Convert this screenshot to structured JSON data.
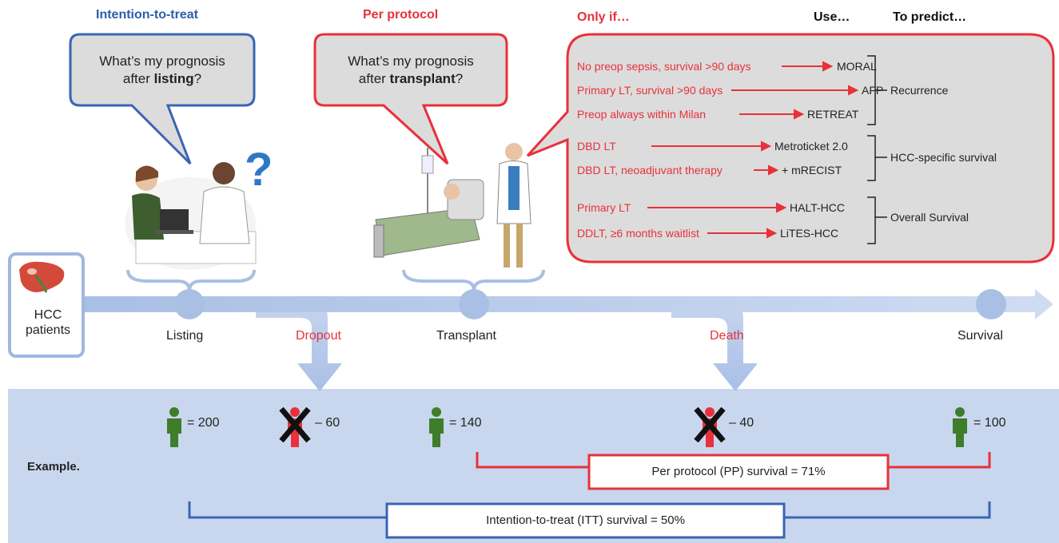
{
  "headers": {
    "itt": "Intention-to-treat",
    "pp": "Per protocol",
    "only_if": "Only if…",
    "use": "Use…",
    "predict": "To predict…"
  },
  "bubbles": {
    "listing": {
      "line1": "What’s my prognosis",
      "line2_pre": "after ",
      "line2_bold": "listing",
      "line2_post": "?"
    },
    "transplant": {
      "line1": "What’s my prognosis",
      "line2_pre": "after ",
      "line2_bold": "transplant",
      "line2_post": "?"
    }
  },
  "models": [
    {
      "condition": "No preop sepsis, survival >90 days",
      "model": "MORAL"
    },
    {
      "condition": "Primary LT, survival >90 days",
      "model": "AFP"
    },
    {
      "condition": "Preop always within Milan",
      "model": "RETREAT"
    },
    {
      "condition": "DBD LT",
      "model": "Metroticket 2.0"
    },
    {
      "condition": "DBD LT,  neoadjuvant therapy",
      "model": "+ mRECIST"
    },
    {
      "condition": "Primary LT",
      "model": "HALT-HCC"
    },
    {
      "condition": "DDLT, ≥6 months waitlist",
      "model": "LiTES-HCC"
    }
  ],
  "groups": {
    "recurrence": "Recurrence",
    "hcc_specific": "HCC-specific survival",
    "overall": "Overall Survival"
  },
  "timeline": {
    "start_line1": "HCC",
    "start_line2": "patients",
    "listing": "Listing",
    "dropout": "Dropout",
    "transplant": "Transplant",
    "death": "Death",
    "survival": "Survival"
  },
  "counts": {
    "listing": "= 200",
    "dropout": "– 60",
    "transplant": "= 140",
    "death": "– 40",
    "survival": "= 100"
  },
  "example_label": "Example.",
  "pp_result": "Per protocol (PP) survival = 71%",
  "itt_result": "Intention-to-treat (ITT) survival = 50%",
  "colors": {
    "red": "#e8313a",
    "blue": "#3a64b4",
    "green": "#3e7d2a",
    "panel": "#c9d7ee",
    "bubble_fill": "#dcdcdc"
  }
}
